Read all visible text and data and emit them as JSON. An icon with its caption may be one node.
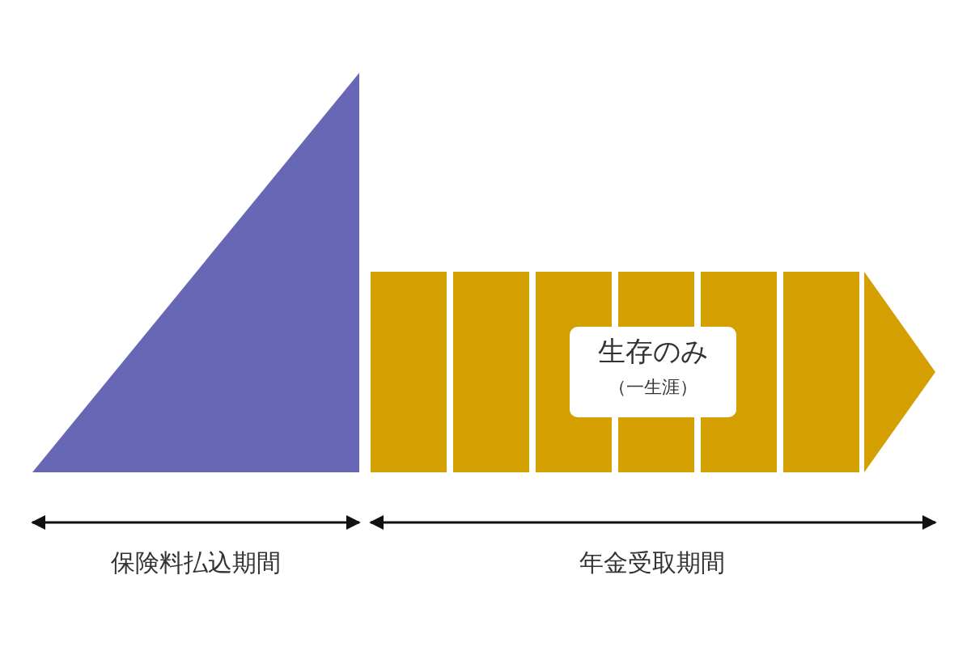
{
  "diagram": {
    "nodes": [
      {
        "text": [],
        "shape": "triangle"
      },
      {
        "text": [
          "生存のみ",
          "（一生涯）"
        ]
      }
    ],
    "labels": [
      "保険料払込期間",
      "年金受取期間"
    ]
  }
}
